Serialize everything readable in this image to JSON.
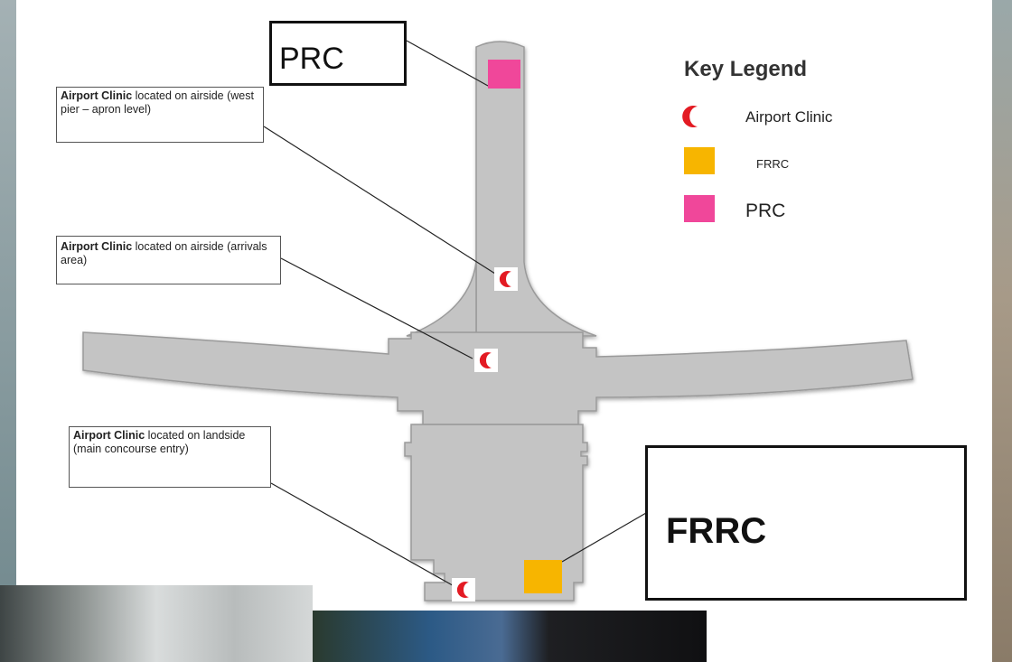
{
  "labels": {
    "prc_box": "PRC",
    "frrc_box": "FRRC"
  },
  "callouts": [
    {
      "bold": "Airport Clinic",
      "text": " located on airside (west pier – apron level)"
    },
    {
      "bold": "Airport Clinic",
      "text": " located on airside (arrivals area)"
    },
    {
      "bold": "Airport Clinic",
      "text": " located on landside (main concourse entry)"
    }
  ],
  "legend": {
    "title": "Key Legend",
    "items": [
      {
        "label": "Airport Clinic",
        "color": "#e31b23",
        "icon": "crescent-icon"
      },
      {
        "label": "FRRC",
        "color": "#f7b500",
        "icon": "square-icon"
      },
      {
        "label": "PRC",
        "color": "#f0479a",
        "icon": "square-icon"
      }
    ]
  }
}
